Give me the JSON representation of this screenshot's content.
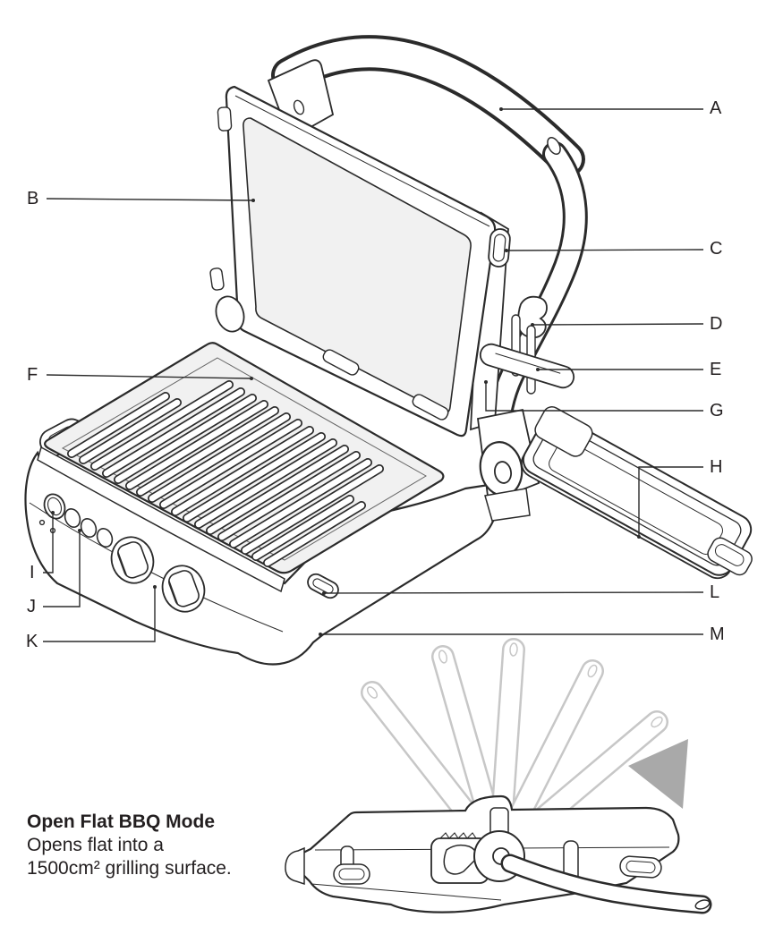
{
  "callouts": [
    {
      "letter": "A"
    },
    {
      "letter": "B"
    },
    {
      "letter": "C"
    },
    {
      "letter": "D"
    },
    {
      "letter": "E"
    },
    {
      "letter": "F"
    },
    {
      "letter": "G"
    },
    {
      "letter": "H"
    },
    {
      "letter": "I"
    },
    {
      "letter": "J"
    },
    {
      "letter": "K"
    },
    {
      "letter": "L"
    },
    {
      "letter": "M"
    }
  ],
  "caption": {
    "heading": "Open Flat BBQ Mode",
    "line1": "Opens flat into a",
    "line2": "1500cm² grilling surface."
  },
  "colors": {
    "line": "#2b2b2b",
    "plate_fill": "#f1f1f1",
    "ghost": "#c7c7c7",
    "motion_arrow": "#a9a9a9",
    "background": "#ffffff"
  }
}
